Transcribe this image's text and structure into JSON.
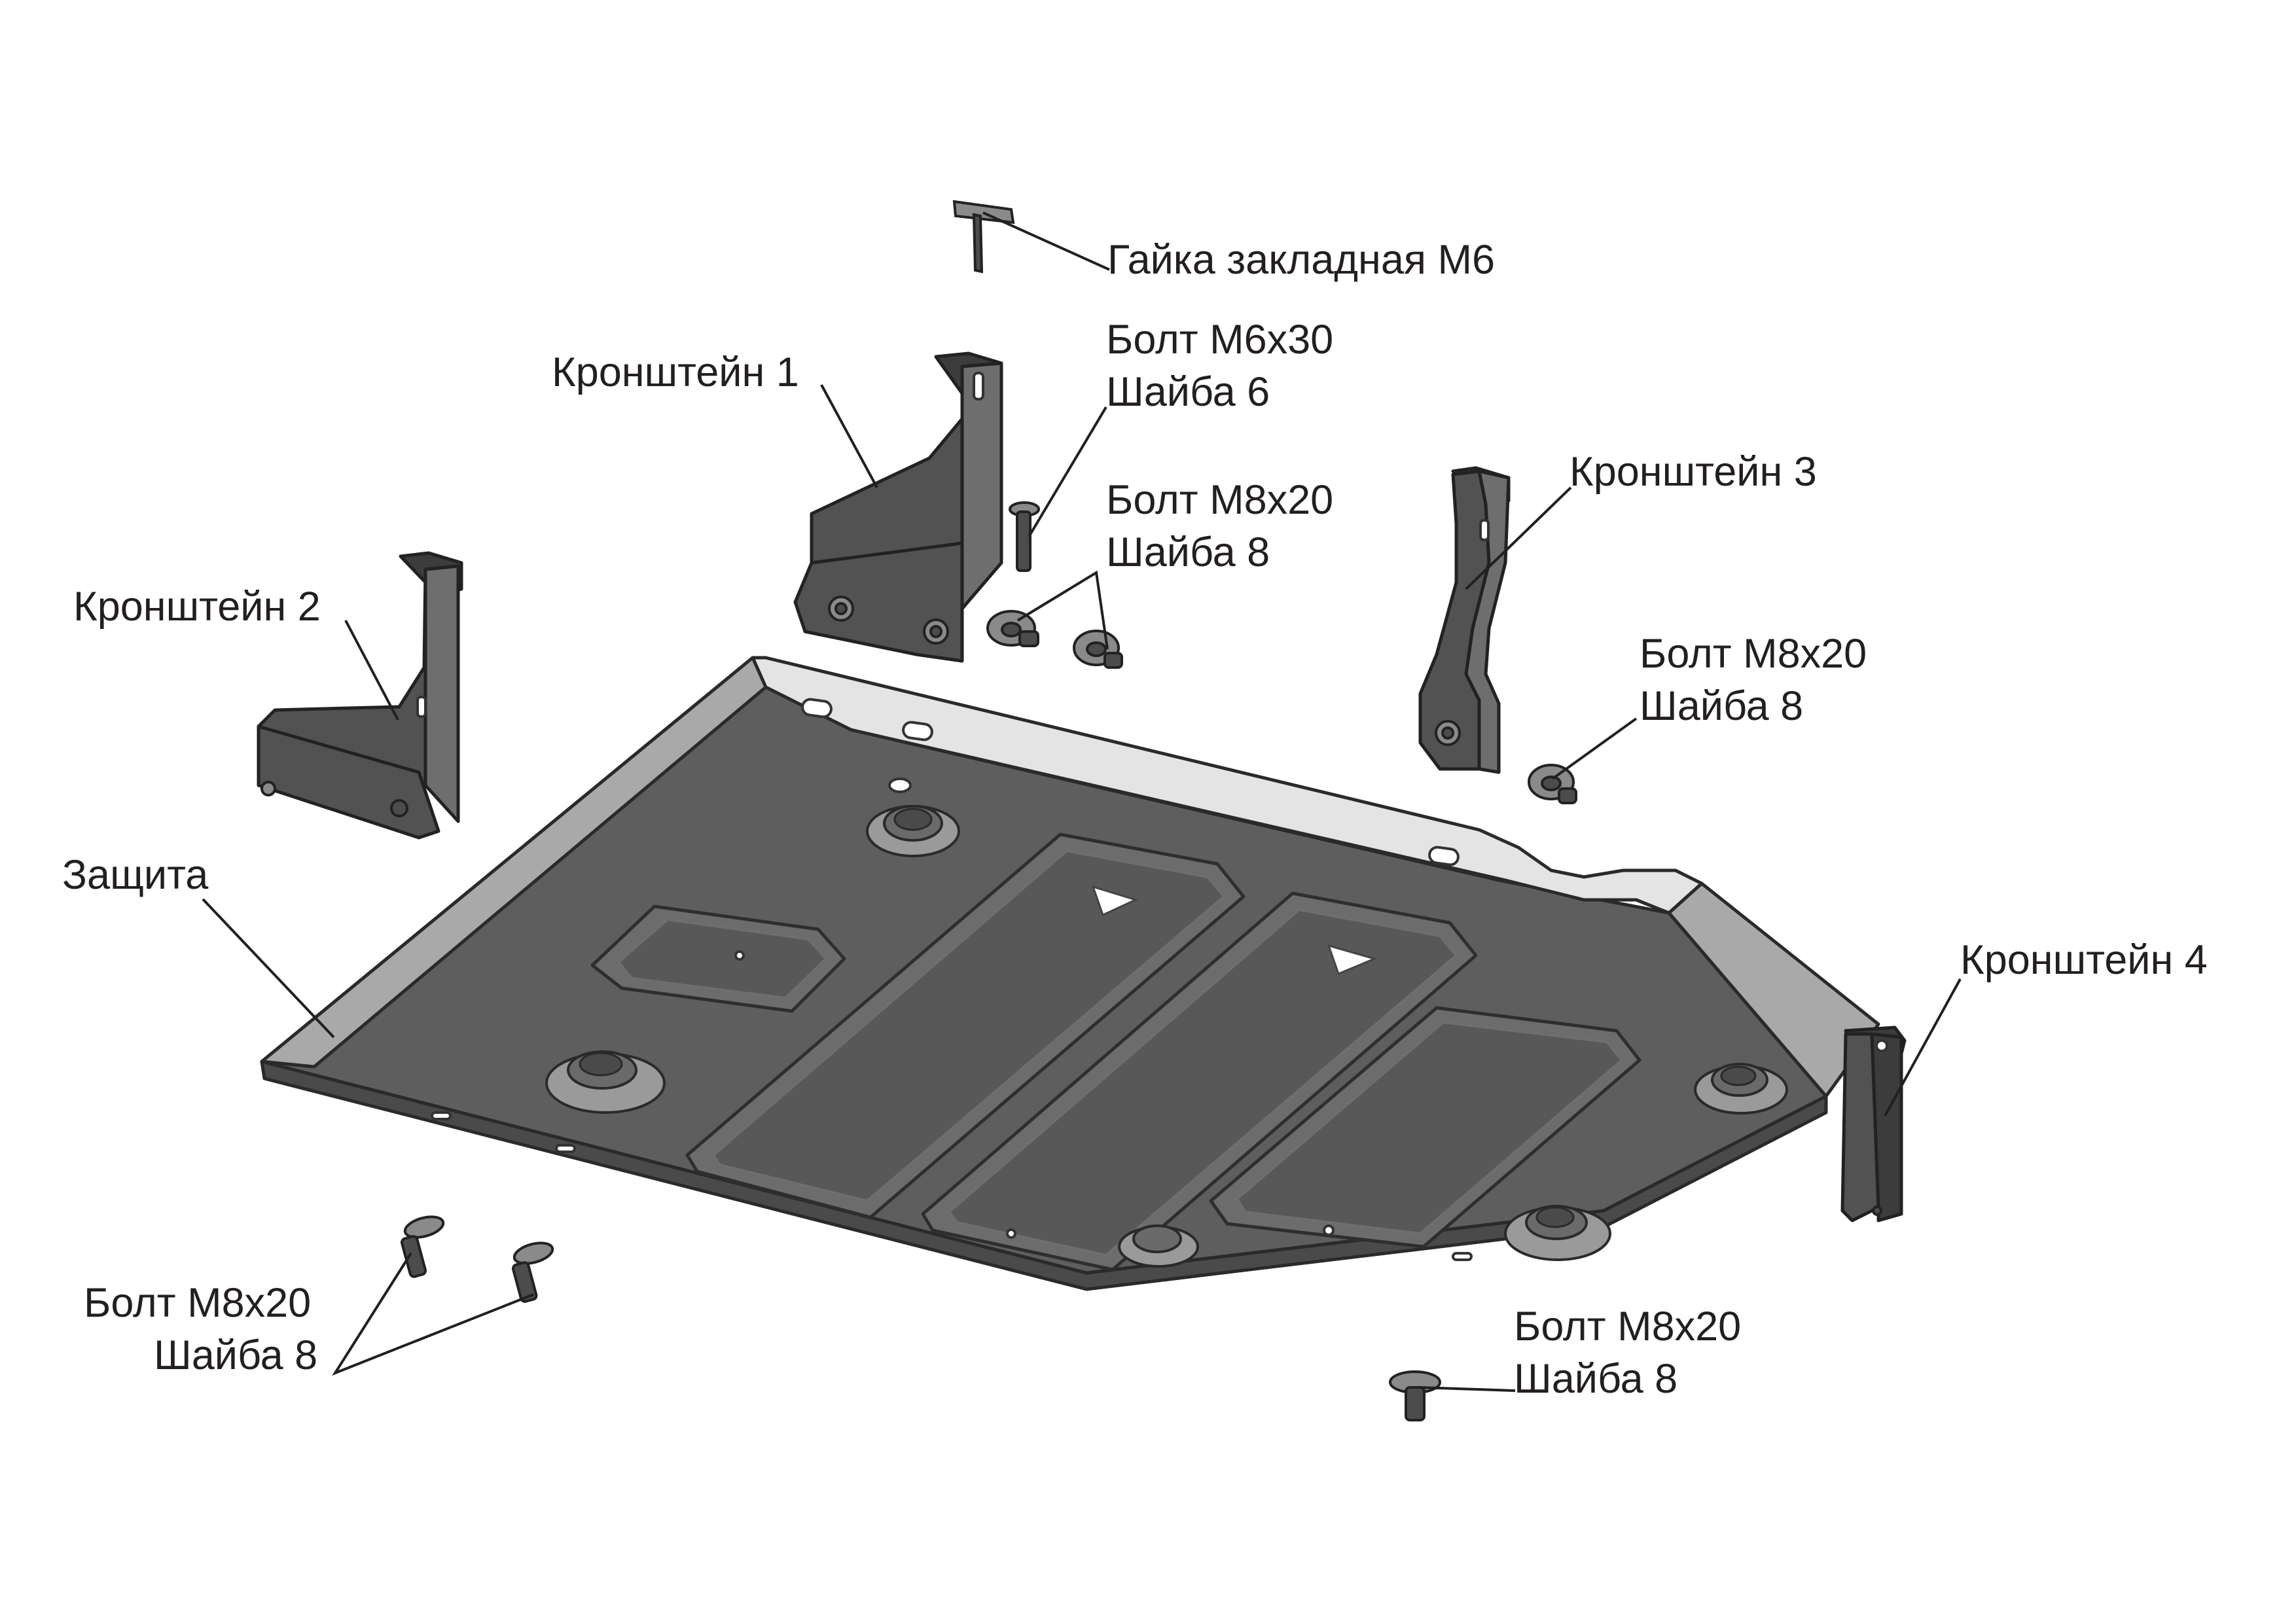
{
  "labels": {
    "nut_m6": "Гайка закладная М6",
    "bracket_1": "Кронштейн 1",
    "bolt_m6_line1": "Болт М6х30",
    "bolt_m6_line2": "Шайба 6",
    "bolt_m8_top_line1": "Болт М8х20",
    "bolt_m8_top_line2": "Шайба 8",
    "bracket_3": "Кронштейн 3",
    "bracket_2": "Кронштейн 2",
    "bolt_m8_right_line1": "Болт М8х20",
    "bolt_m8_right_line2": "Шайба 8",
    "guard": "Защита",
    "bracket_4": "Кронштейн 4",
    "bolt_m8_bl_line1": "Болт М8х20",
    "bolt_m8_bl_line2": "Шайба 8",
    "bolt_m8_br_line1": "Болт М8х20",
    "bolt_m8_br_line2": "Шайба 8"
  },
  "colors": {
    "line": "#231f20",
    "metal_dark": "#4a4a4a",
    "metal_mid": "#5e5e5e",
    "metal_light": "#e4e4e4"
  }
}
